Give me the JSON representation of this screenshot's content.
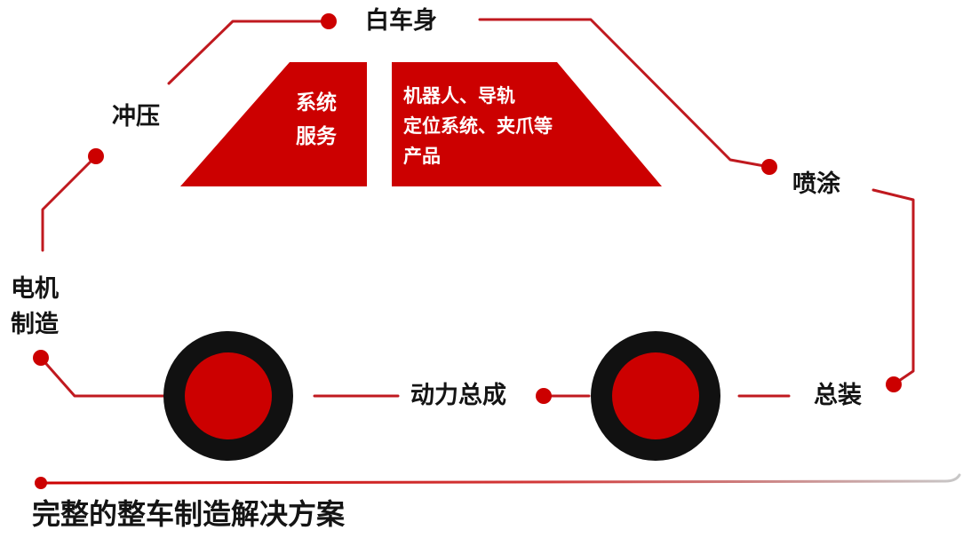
{
  "labels": {
    "body_in_white": "白车身",
    "stamping": "冲压",
    "painting": "喷涂",
    "motor_line1": "电机",
    "motor_line2": "制造",
    "powertrain": "动力总成",
    "final_assembly": "总装",
    "system_service_line1": "系统",
    "system_service_line2": "服务",
    "products_line1": "机器人、导轨",
    "products_line2": "定位系统、夹爪等",
    "products_line3": "产品"
  },
  "title": "完整的整车制造解决方案",
  "colors": {
    "accent_red": "#cc0000",
    "tire_black": "#111111",
    "line_dark_red": "#c0191f",
    "text_dark": "#141414",
    "text_white": "#ffffff",
    "baseline_gray": "#c8c8c8"
  }
}
